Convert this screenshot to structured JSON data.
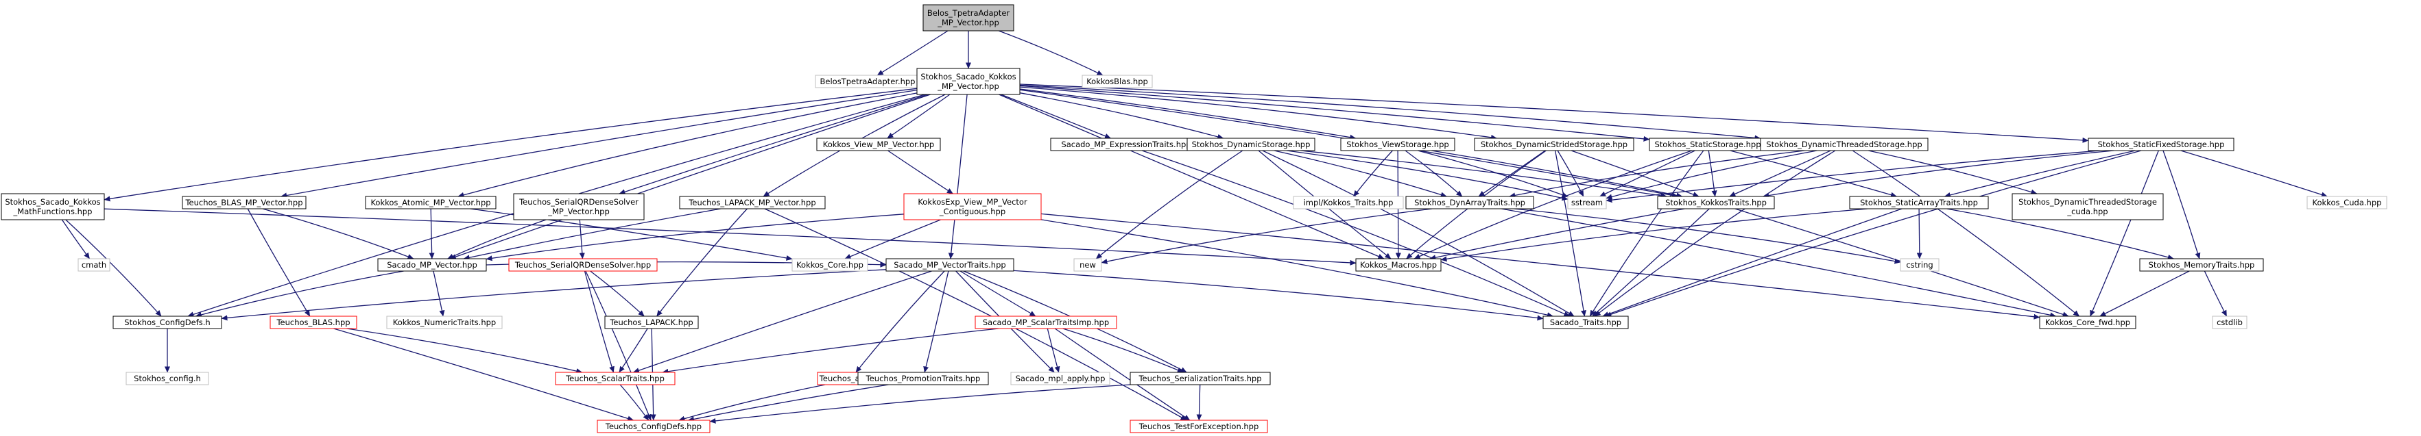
{
  "graph": {
    "nodes": [
      {
        "id": "root",
        "lines": [
          "Belos_TpetraAdapter",
          "_MP_Vector.hpp"
        ],
        "style": "root"
      },
      {
        "id": "belos_tpetra",
        "lines": [
          "BelosTpetraAdapter.hpp"
        ],
        "style": "missing"
      },
      {
        "id": "stk_sacado_kokkos",
        "lines": [
          "Stokhos_Sacado_Kokkos",
          "_MP_Vector.hpp"
        ],
        "style": "normal"
      },
      {
        "id": "kokkos_blas",
        "lines": [
          "KokkosBlas.hpp"
        ],
        "style": "missing"
      },
      {
        "id": "stk_math",
        "lines": [
          "Stokhos_Sacado_Kokkos",
          "_MathFunctions.hpp"
        ],
        "style": "normal"
      },
      {
        "id": "teu_blas_mpv",
        "lines": [
          "Teuchos_BLAS_MP_Vector.hpp"
        ],
        "style": "normal"
      },
      {
        "id": "kokkos_atomic",
        "lines": [
          "Kokkos_Atomic_MP_Vector.hpp"
        ],
        "style": "normal"
      },
      {
        "id": "teu_serialqr_mpv",
        "lines": [
          "Teuchos_SerialQRDenseSolver",
          "_MP_Vector.hpp"
        ],
        "style": "normal"
      },
      {
        "id": "teu_lapack_mpv",
        "lines": [
          "Teuchos_LAPACK_MP_Vector.hpp"
        ],
        "style": "normal"
      },
      {
        "id": "kokkos_view_mpv",
        "lines": [
          "Kokkos_View_MP_Vector.hpp"
        ],
        "style": "normal"
      },
      {
        "id": "kokkosexp_view",
        "lines": [
          "KokkosExp_View_MP_Vector",
          "_Contiguous.hpp"
        ],
        "style": "alt"
      },
      {
        "id": "sacado_exprtraits",
        "lines": [
          "Sacado_MP_ExpressionTraits.hpp"
        ],
        "style": "normal"
      },
      {
        "id": "stk_dynstorage",
        "lines": [
          "Stokhos_DynamicStorage.hpp"
        ],
        "style": "normal"
      },
      {
        "id": "stk_viewstorage",
        "lines": [
          "Stokhos_ViewStorage.hpp"
        ],
        "style": "normal"
      },
      {
        "id": "stk_dynstrided",
        "lines": [
          "Stokhos_DynamicStridedStorage.hpp"
        ],
        "style": "normal"
      },
      {
        "id": "stk_staticstorage",
        "lines": [
          "Stokhos_StaticStorage.hpp"
        ],
        "style": "normal"
      },
      {
        "id": "stk_dynthreaded",
        "lines": [
          "Stokhos_DynamicThreadedStorage.hpp"
        ],
        "style": "normal"
      },
      {
        "id": "stk_staticfixed",
        "lines": [
          "Stokhos_StaticFixedStorage.hpp"
        ],
        "style": "normal"
      },
      {
        "id": "cmath",
        "lines": [
          "cmath"
        ],
        "style": "missing"
      },
      {
        "id": "impl_kokkos_traits",
        "lines": [
          "impl/Kokkos_Traits.hpp"
        ],
        "style": "missing"
      },
      {
        "id": "stk_dynarraytraits",
        "lines": [
          "Stokhos_DynArrayTraits.hpp"
        ],
        "style": "normal"
      },
      {
        "id": "sstream",
        "lines": [
          "sstream"
        ],
        "style": "missing"
      },
      {
        "id": "stk_kokkostraits",
        "lines": [
          "Stokhos_KokkosTraits.hpp"
        ],
        "style": "normal"
      },
      {
        "id": "stk_staticarraytraits",
        "lines": [
          "Stokhos_StaticArrayTraits.hpp"
        ],
        "style": "normal"
      },
      {
        "id": "stk_dynthreaded_cuda",
        "lines": [
          "Stokhos_DynamicThreadedStorage",
          "_cuda.hpp"
        ],
        "style": "normal"
      },
      {
        "id": "kokkos_cuda",
        "lines": [
          "Kokkos_Cuda.hpp"
        ],
        "style": "missing"
      },
      {
        "id": "sacado_mpv",
        "lines": [
          "Sacado_MP_Vector.hpp"
        ],
        "style": "normal"
      },
      {
        "id": "teu_serialqr",
        "lines": [
          "Teuchos_SerialQRDenseSolver.hpp"
        ],
        "style": "alt"
      },
      {
        "id": "kokkos_core",
        "lines": [
          "Kokkos_Core.hpp"
        ],
        "style": "missing"
      },
      {
        "id": "new",
        "lines": [
          "new"
        ],
        "style": "missing"
      },
      {
        "id": "sacado_mpvtraits",
        "lines": [
          "Sacado_MP_VectorTraits.hpp"
        ],
        "style": "normal"
      },
      {
        "id": "kokkos_macros",
        "lines": [
          "Kokkos_Macros.hpp"
        ],
        "style": "normal"
      },
      {
        "id": "cstring",
        "lines": [
          "cstring"
        ],
        "style": "missing"
      },
      {
        "id": "stk_memtraits",
        "lines": [
          "Stokhos_MemoryTraits.hpp"
        ],
        "style": "normal"
      },
      {
        "id": "stk_configdefs",
        "lines": [
          "Stokhos_ConfigDefs.h"
        ],
        "style": "normal"
      },
      {
        "id": "teu_blas",
        "lines": [
          "Teuchos_BLAS.hpp"
        ],
        "style": "alt"
      },
      {
        "id": "kokkos_numerictraits",
        "lines": [
          "Kokkos_NumericTraits.hpp"
        ],
        "style": "missing"
      },
      {
        "id": "teu_lapack",
        "lines": [
          "Teuchos_LAPACK.hpp"
        ],
        "style": "normal"
      },
      {
        "id": "sacado_scalartraitsimp",
        "lines": [
          "Sacado_MP_ScalarTraitsImp.hpp"
        ],
        "style": "alt"
      },
      {
        "id": "sacado_traits",
        "lines": [
          "Sacado_Traits.hpp"
        ],
        "style": "normal"
      },
      {
        "id": "kokkos_core_fwd",
        "lines": [
          "Kokkos_Core_fwd.hpp"
        ],
        "style": "normal"
      },
      {
        "id": "cstdlib",
        "lines": [
          "cstdlib"
        ],
        "style": "missing"
      },
      {
        "id": "stk_config",
        "lines": [
          "Stokhos_config.h"
        ],
        "style": "missing"
      },
      {
        "id": "teu_scalartraits",
        "lines": [
          "Teuchos_ScalarTraits.hpp"
        ],
        "style": "alt"
      },
      {
        "id": "teu_as",
        "lines": [
          "Teuchos_as.hpp"
        ],
        "style": "alt"
      },
      {
        "id": "teu_promotion",
        "lines": [
          "Teuchos_PromotionTraits.hpp"
        ],
        "style": "normal"
      },
      {
        "id": "sacado_mpl_apply",
        "lines": [
          "Sacado_mpl_apply.hpp"
        ],
        "style": "missing"
      },
      {
        "id": "teu_serialization",
        "lines": [
          "Teuchos_SerializationTraits.hpp"
        ],
        "style": "normal"
      },
      {
        "id": "teu_configdefs",
        "lines": [
          "Teuchos_ConfigDefs.hpp"
        ],
        "style": "alt"
      },
      {
        "id": "teu_testforexc",
        "lines": [
          "Teuchos_TestForException.hpp"
        ],
        "style": "alt"
      }
    ],
    "edges": [
      [
        "root",
        "belos_tpetra"
      ],
      [
        "root",
        "stk_sacado_kokkos"
      ],
      [
        "root",
        "kokkos_blas"
      ],
      [
        "stk_sacado_kokkos",
        "stk_math"
      ],
      [
        "stk_sacado_kokkos",
        "teu_blas_mpv"
      ],
      [
        "stk_sacado_kokkos",
        "kokkos_atomic"
      ],
      [
        "stk_sacado_kokkos",
        "teu_serialqr_mpv"
      ],
      [
        "stk_sacado_kokkos",
        "teu_lapack_mpv"
      ],
      [
        "stk_sacado_kokkos",
        "kokkos_view_mpv"
      ],
      [
        "stk_sacado_kokkos",
        "sacado_exprtraits"
      ],
      [
        "stk_sacado_kokkos",
        "stk_dynstorage"
      ],
      [
        "stk_sacado_kokkos",
        "stk_viewstorage"
      ],
      [
        "stk_sacado_kokkos",
        "stk_dynstrided"
      ],
      [
        "stk_sacado_kokkos",
        "stk_staticstorage"
      ],
      [
        "stk_sacado_kokkos",
        "stk_dynthreaded"
      ],
      [
        "stk_sacado_kokkos",
        "stk_staticfixed"
      ],
      [
        "stk_sacado_kokkos",
        "sacado_mpv"
      ],
      [
        "stk_sacado_kokkos",
        "stk_configdefs"
      ],
      [
        "stk_sacado_kokkos",
        "sacado_mpvtraits"
      ],
      [
        "stk_sacado_kokkos",
        "kokkos_macros"
      ],
      [
        "stk_sacado_kokkos",
        "stk_kokkostraits"
      ],
      [
        "stk_math",
        "cmath"
      ],
      [
        "stk_math",
        "stk_configdefs"
      ],
      [
        "stk_math",
        "kokkos_macros"
      ],
      [
        "teu_blas_mpv",
        "sacado_mpv"
      ],
      [
        "teu_blas_mpv",
        "teu_blas"
      ],
      [
        "kokkos_atomic",
        "sacado_mpv"
      ],
      [
        "kokkos_atomic",
        "kokkos_core"
      ],
      [
        "teu_serialqr_mpv",
        "teu_serialqr"
      ],
      [
        "teu_serialqr_mpv",
        "sacado_mpv"
      ],
      [
        "teu_lapack_mpv",
        "sacado_mpv"
      ],
      [
        "teu_lapack_mpv",
        "teu_lapack"
      ],
      [
        "teu_lapack_mpv",
        "teu_testforexc"
      ],
      [
        "kokkos_view_mpv",
        "kokkosexp_view"
      ],
      [
        "kokkosexp_view",
        "kokkos_core"
      ],
      [
        "kokkosexp_view",
        "sacado_mpv"
      ],
      [
        "kokkosexp_view",
        "sacado_traits"
      ],
      [
        "kokkosexp_view",
        "kokkos_core_fwd"
      ],
      [
        "sacado_exprtraits",
        "sacado_traits"
      ],
      [
        "stk_dynstorage",
        "new"
      ],
      [
        "stk_dynstorage",
        "stk_dynarraytraits"
      ],
      [
        "stk_dynstorage",
        "stk_kokkostraits"
      ],
      [
        "stk_dynstorage",
        "sacado_traits"
      ],
      [
        "stk_dynstorage",
        "kokkos_macros"
      ],
      [
        "stk_dynstorage",
        "sstream"
      ],
      [
        "stk_viewstorage",
        "impl_kokkos_traits"
      ],
      [
        "stk_viewstorage",
        "stk_dynarraytraits"
      ],
      [
        "stk_viewstorage",
        "kokkos_macros"
      ],
      [
        "stk_viewstorage",
        "sstream"
      ],
      [
        "stk_viewstorage",
        "stk_kokkostraits"
      ],
      [
        "stk_dynstrided",
        "stk_dynarraytraits"
      ],
      [
        "stk_dynstrided",
        "stk_kokkostraits"
      ],
      [
        "stk_dynstrided",
        "sacado_traits"
      ],
      [
        "stk_dynstrided",
        "kokkos_macros"
      ],
      [
        "stk_dynstrided",
        "sstream"
      ],
      [
        "stk_staticstorage",
        "stk_staticarraytraits"
      ],
      [
        "stk_staticstorage",
        "stk_kokkostraits"
      ],
      [
        "stk_staticstorage",
        "sacado_traits"
      ],
      [
        "stk_staticstorage",
        "sstream"
      ],
      [
        "stk_staticstorage",
        "kokkos_macros"
      ],
      [
        "stk_dynthreaded",
        "stk_dynthreaded_cuda"
      ],
      [
        "stk_dynthreaded",
        "stk_dynarraytraits"
      ],
      [
        "stk_dynthreaded",
        "stk_kokkostraits"
      ],
      [
        "stk_dynthreaded",
        "sstream"
      ],
      [
        "stk_dynthreaded",
        "kokkos_core_fwd"
      ],
      [
        "stk_dynthreaded",
        "sacado_traits"
      ],
      [
        "stk_staticfixed",
        "stk_staticarraytraits"
      ],
      [
        "stk_staticfixed",
        "kokkos_cuda"
      ],
      [
        "stk_staticfixed",
        "stk_memtraits"
      ],
      [
        "stk_staticfixed",
        "stk_kokkostraits"
      ],
      [
        "stk_staticfixed",
        "kokkos_core_fwd"
      ],
      [
        "stk_staticfixed",
        "sacado_traits"
      ],
      [
        "stk_staticfixed",
        "sstream"
      ],
      [
        "stk_dynarraytraits",
        "new"
      ],
      [
        "stk_dynarraytraits",
        "cstring"
      ],
      [
        "stk_dynarraytraits",
        "kokkos_core_fwd"
      ],
      [
        "stk_kokkostraits",
        "sacado_traits"
      ],
      [
        "stk_kokkostraits",
        "kokkos_core_fwd"
      ],
      [
        "stk_kokkostraits",
        "kokkos_macros"
      ],
      [
        "stk_staticarraytraits",
        "cstring"
      ],
      [
        "stk_staticarraytraits",
        "stk_memtraits"
      ],
      [
        "stk_staticarraytraits",
        "kokkos_macros"
      ],
      [
        "stk_staticarraytraits",
        "sacado_traits"
      ],
      [
        "sacado_mpv",
        "stk_configdefs"
      ],
      [
        "sacado_mpv",
        "kokkos_numerictraits"
      ],
      [
        "sacado_mpv",
        "sacado_mpvtraits"
      ],
      [
        "teu_serialqr",
        "teu_lapack"
      ],
      [
        "teu_serialqr",
        "teu_scalartraits"
      ],
      [
        "teu_serialqr",
        "teu_configdefs"
      ],
      [
        "sacado_mpvtraits",
        "stk_configdefs"
      ],
      [
        "sacado_mpvtraits",
        "sacado_traits"
      ],
      [
        "sacado_mpvtraits",
        "sacado_scalartraitsimp"
      ],
      [
        "sacado_mpvtraits",
        "teu_scalartraits"
      ],
      [
        "sacado_mpvtraits",
        "teu_as"
      ],
      [
        "sacado_mpvtraits",
        "teu_promotion"
      ],
      [
        "sacado_mpvtraits",
        "sacado_mpl_apply"
      ],
      [
        "sacado_mpvtraits",
        "teu_serialization"
      ],
      [
        "stk_memtraits",
        "cstdlib"
      ],
      [
        "stk_memtraits",
        "kokkos_core_fwd"
      ],
      [
        "stk_configdefs",
        "stk_config"
      ],
      [
        "teu_blas",
        "teu_scalartraits"
      ],
      [
        "teu_blas",
        "teu_configdefs"
      ],
      [
        "teu_lapack",
        "teu_scalartraits"
      ],
      [
        "teu_lapack",
        "teu_configdefs"
      ],
      [
        "sacado_scalartraitsimp",
        "teu_scalartraits"
      ],
      [
        "sacado_scalartraitsimp",
        "sacado_mpl_apply"
      ],
      [
        "sacado_scalartraitsimp",
        "teu_serialization"
      ],
      [
        "sacado_scalartraitsimp",
        "teu_testforexc"
      ],
      [
        "teu_scalartraits",
        "teu_configdefs"
      ],
      [
        "teu_as",
        "teu_configdefs"
      ],
      [
        "teu_promotion",
        "teu_configdefs"
      ],
      [
        "teu_serialization",
        "teu_testforexc"
      ],
      [
        "teu_serialization",
        "teu_configdefs"
      ]
    ]
  },
  "colors": {
    "root_fill": "#bfbfbf",
    "normal_border": "#000000",
    "alt_border": "#ff0000",
    "missing_border": "#bfbfbf",
    "missing_text": "#555555",
    "edge": "#191970"
  }
}
